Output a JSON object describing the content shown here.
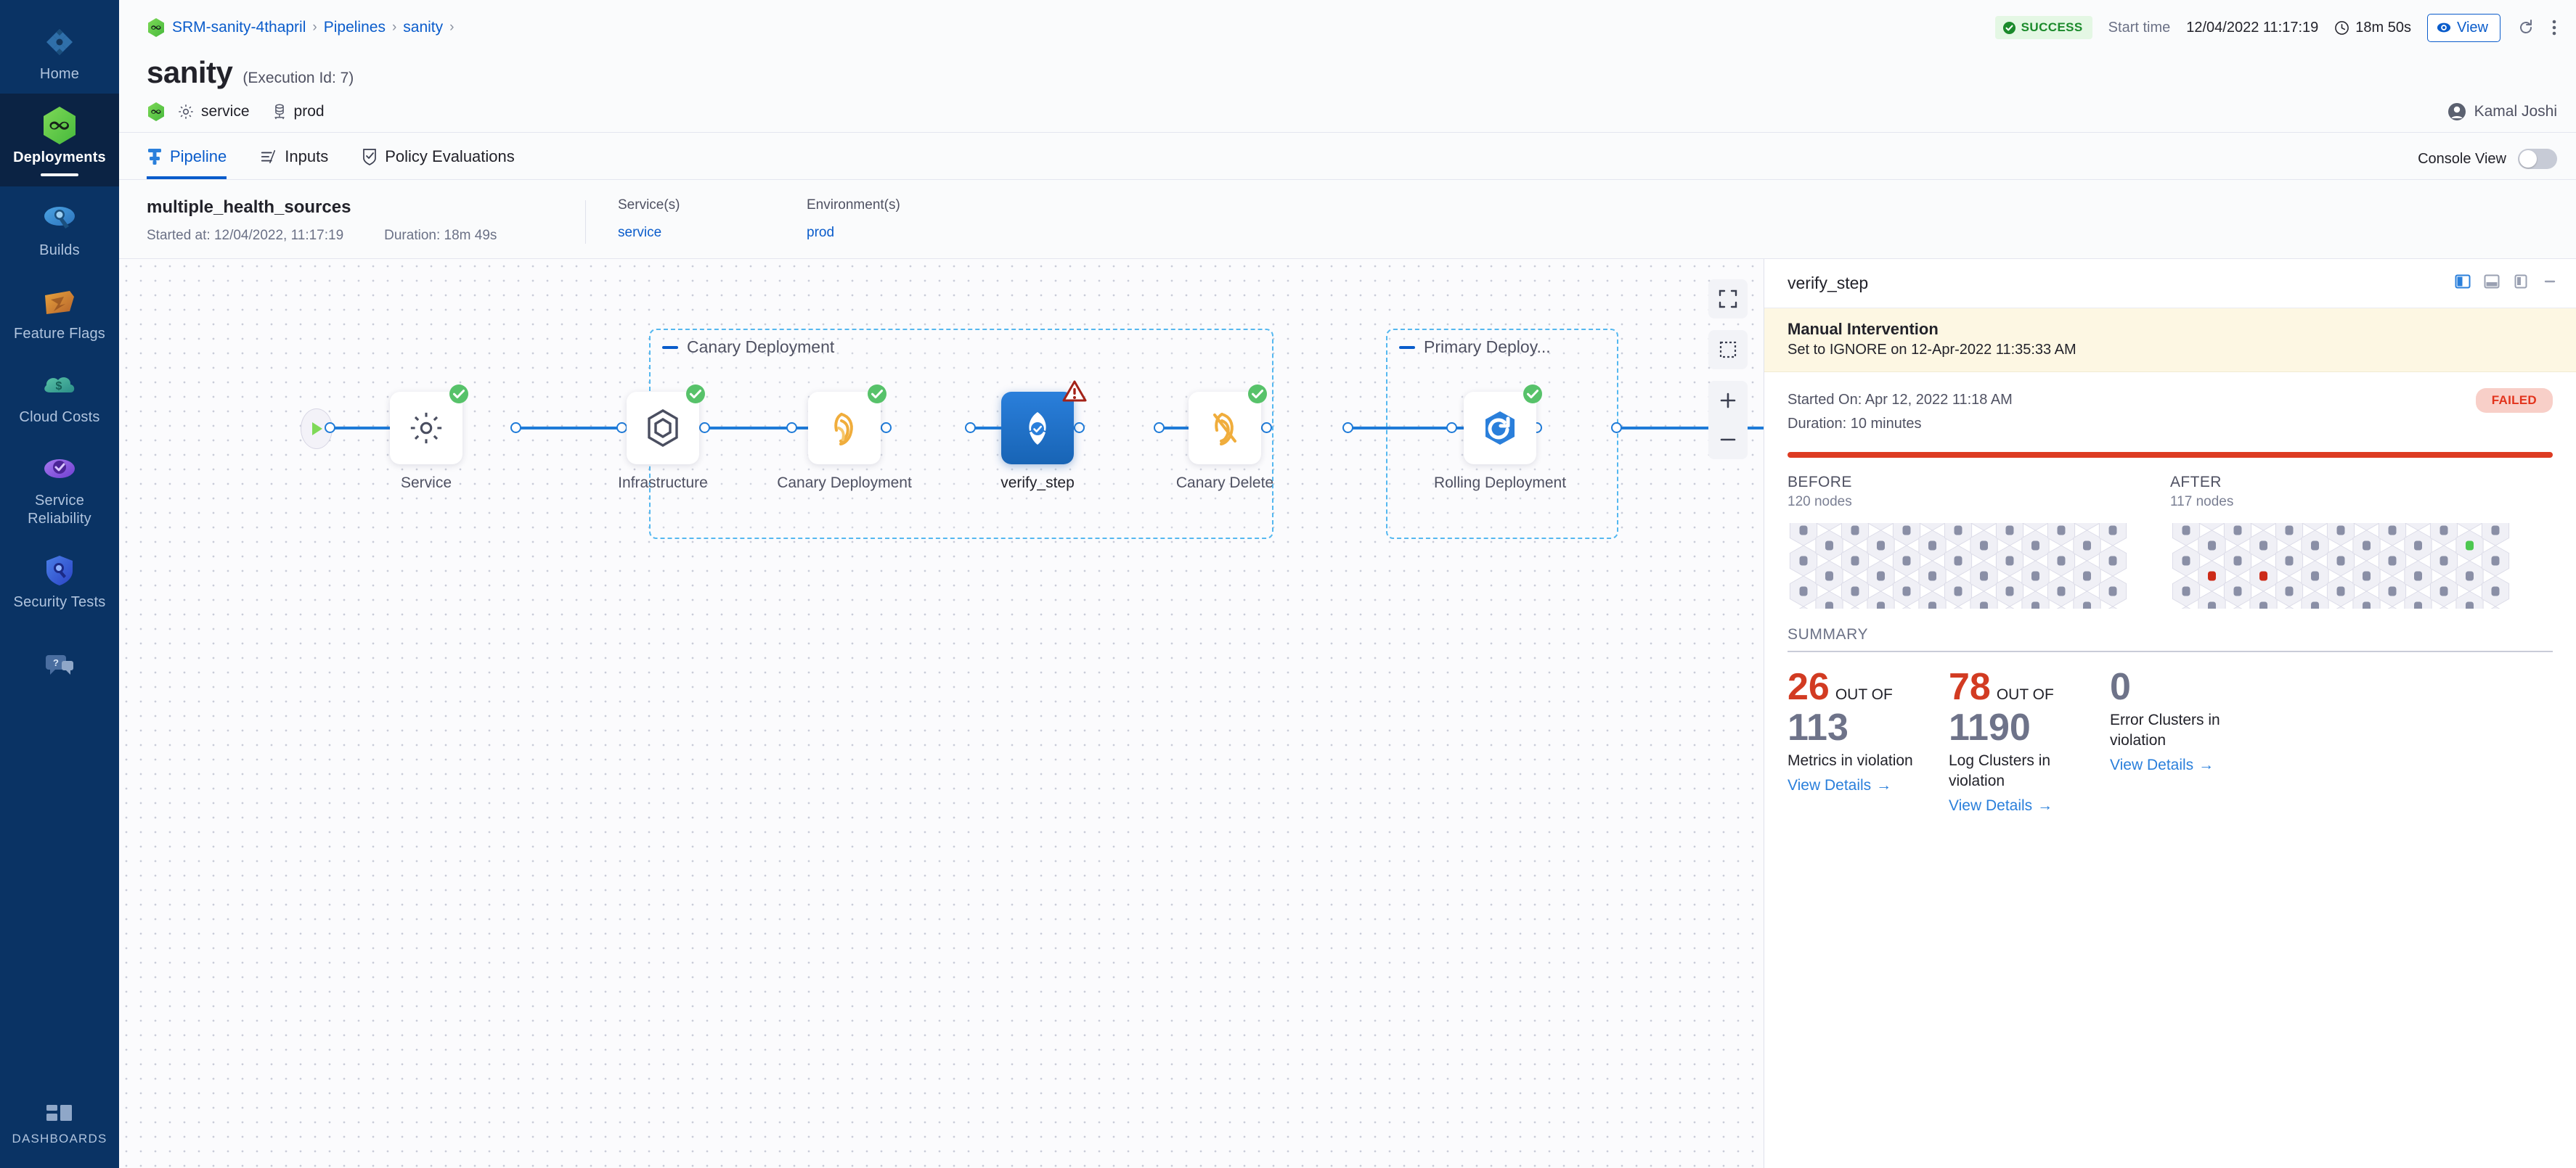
{
  "sidenav": {
    "items": [
      {
        "label": "Home",
        "icon": "home-diamond-icon",
        "active": false
      },
      {
        "label": "Deployments",
        "icon": "deployments-infinity-icon",
        "active": true
      },
      {
        "label": "Builds",
        "icon": "builds-icon",
        "active": false
      },
      {
        "label": "Feature Flags",
        "icon": "feature-flags-icon",
        "active": false
      },
      {
        "label": "Cloud Costs",
        "icon": "cloud-costs-icon",
        "active": false
      },
      {
        "label": "Service Reliability",
        "icon": "service-reliability-icon",
        "active": false
      },
      {
        "label": "Security Tests",
        "icon": "security-tests-icon",
        "active": false
      }
    ],
    "help_icon": "help-chat-icon",
    "dashboards_label": "DASHBOARDS",
    "dashboards_icon": "dashboards-grid-icon"
  },
  "breadcrumb": {
    "project_icon": "deployments-infinity-icon",
    "items": [
      "SRM-sanity-4thapril",
      "Pipelines",
      "sanity"
    ],
    "separator": "›"
  },
  "header": {
    "status_badge": "SUCCESS",
    "status_icon": "check-circle-icon",
    "start_time_label": "Start time",
    "start_time_value": "12/04/2022 11:17:19",
    "duration_icon": "clock-icon",
    "duration_value": "18m 50s",
    "view_button": "View",
    "view_icon": "eye-icon",
    "refresh_icon": "refresh-icon",
    "more_icon": "more-vertical-icon"
  },
  "title": {
    "name": "sanity",
    "execution_id": "(Execution Id: 7)",
    "chips": [
      {
        "icon": "deployments-infinity-icon",
        "label": ""
      },
      {
        "icon": "gear-icon",
        "label": "service"
      },
      {
        "icon": "database-icon",
        "label": "prod"
      }
    ],
    "user": {
      "name": "Kamal Joshi",
      "icon": "user-avatar-icon"
    }
  },
  "tabs": {
    "items": [
      {
        "label": "Pipeline",
        "icon": "pipeline-icon",
        "active": true
      },
      {
        "label": "Inputs",
        "icon": "inputs-icon",
        "active": false
      },
      {
        "label": "Policy Evaluations",
        "icon": "policy-shield-icon",
        "active": false
      }
    ],
    "console_view_label": "Console View",
    "console_view_on": false
  },
  "stage_summary": {
    "name": "multiple_health_sources",
    "started_at": "Started at: 12/04/2022, 11:17:19",
    "duration": "Duration: 18m 49s",
    "services_header": "Service(s)",
    "services_value": "service",
    "environments_header": "Environment(s)",
    "environments_value": "prod"
  },
  "canvas": {
    "tools": [
      {
        "name": "fit-screen-icon"
      },
      {
        "name": "select-area-icon"
      },
      {
        "name": "zoom-in-icon"
      },
      {
        "name": "zoom-out-icon"
      }
    ],
    "start_icon": "play-icon",
    "end_icon": "stop-icon",
    "nodes": [
      {
        "id": "service",
        "label": "Service",
        "icon": "gear-icon",
        "status": "success",
        "selected": false
      },
      {
        "id": "infrastructure",
        "label": "Infrastructure",
        "icon": "infrastructure-icon",
        "status": "success",
        "selected": false
      },
      {
        "id": "canary-deploy",
        "label": "Canary Deployment",
        "icon": "k8s-canary-icon",
        "status": "success",
        "selected": false
      },
      {
        "id": "verify-step",
        "label": "verify_step",
        "icon": "verify-icon",
        "status": "warning",
        "selected": true
      },
      {
        "id": "canary-delete",
        "label": "Canary Delete",
        "icon": "k8s-canary-delete-icon",
        "status": "success",
        "selected": false
      },
      {
        "id": "rolling-deploy",
        "label": "Rolling Deployment",
        "icon": "k8s-rolling-icon",
        "status": "success",
        "selected": false
      }
    ],
    "groups": [
      {
        "id": "canary-group",
        "label": "Canary Deployment"
      },
      {
        "id": "primary-group",
        "label": "Primary Deploy..."
      }
    ]
  },
  "details_panel": {
    "title": "verify_step",
    "layout_icons": [
      "panel-right-icon",
      "panel-bottom-icon",
      "panel-float-icon",
      "minimize-icon"
    ],
    "banner": {
      "title": "Manual Intervention",
      "subtitle": "Set to IGNORE on 12-Apr-2022 11:35:33 AM"
    },
    "started_on": "Started On: Apr 12, 2022 11:18 AM",
    "duration": "Duration: 10 minutes",
    "status_badge": "FAILED",
    "before": {
      "title": "BEFORE",
      "nodes_label": "120 nodes"
    },
    "after": {
      "title": "AFTER",
      "nodes_label": "117 nodes"
    },
    "summary_title": "SUMMARY",
    "stats": [
      {
        "value": "26",
        "value_color": "red",
        "out_of_label": "OUT OF",
        "total": "113",
        "total_color": "grey",
        "description": "Metrics in violation",
        "link": "View Details"
      },
      {
        "value": "78",
        "value_color": "red",
        "out_of_label": "OUT OF",
        "total": "1190",
        "total_color": "grey",
        "description": "Log Clusters in violation",
        "link": "View Details"
      },
      {
        "value": "0",
        "value_color": "grey",
        "out_of_label": "",
        "total": "",
        "total_color": "grey",
        "description": "Error Clusters in violation",
        "link": "View Details"
      }
    ],
    "link_arrow": "→"
  },
  "colors": {
    "accent_blue": "#0a5ccb",
    "edge_blue": "#1f7bd8",
    "success_green": "#4dc16a",
    "fail_red": "#dd3b22",
    "warning_red": "#b3261e",
    "node_grey": "#8a8fa6",
    "sidenav_bg": "#0a3364",
    "sidenav_active_bg": "#0b2344",
    "banner_bg": "#fdf7e3"
  },
  "hex_grids": {
    "before": {
      "cols": 13,
      "rows": 5,
      "colored": []
    },
    "after": {
      "cols": 13,
      "rows": 5,
      "colored": [
        {
          "col": 11,
          "row": 0,
          "color": "green"
        },
        {
          "col": 1,
          "row": 1,
          "color": "red"
        },
        {
          "col": 3,
          "row": 1,
          "color": "red"
        },
        {
          "col": 7,
          "row": 3,
          "color": "red"
        },
        {
          "col": 7,
          "row": 4,
          "color": "red"
        }
      ]
    }
  }
}
